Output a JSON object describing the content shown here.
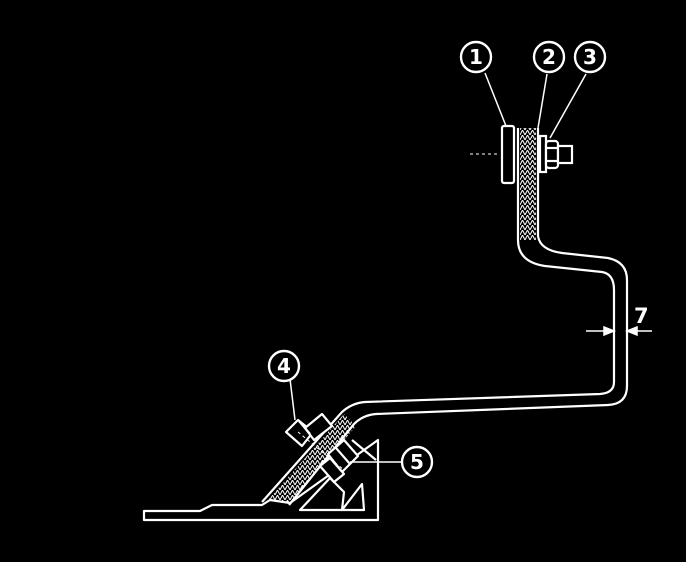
{
  "diagram": {
    "callouts": {
      "c1": "1",
      "c2": "2",
      "c3": "3",
      "c4": "4",
      "c5": "5"
    },
    "dimension_label": "7"
  },
  "colors": {
    "background": "#000000",
    "line": "#ffffff"
  }
}
